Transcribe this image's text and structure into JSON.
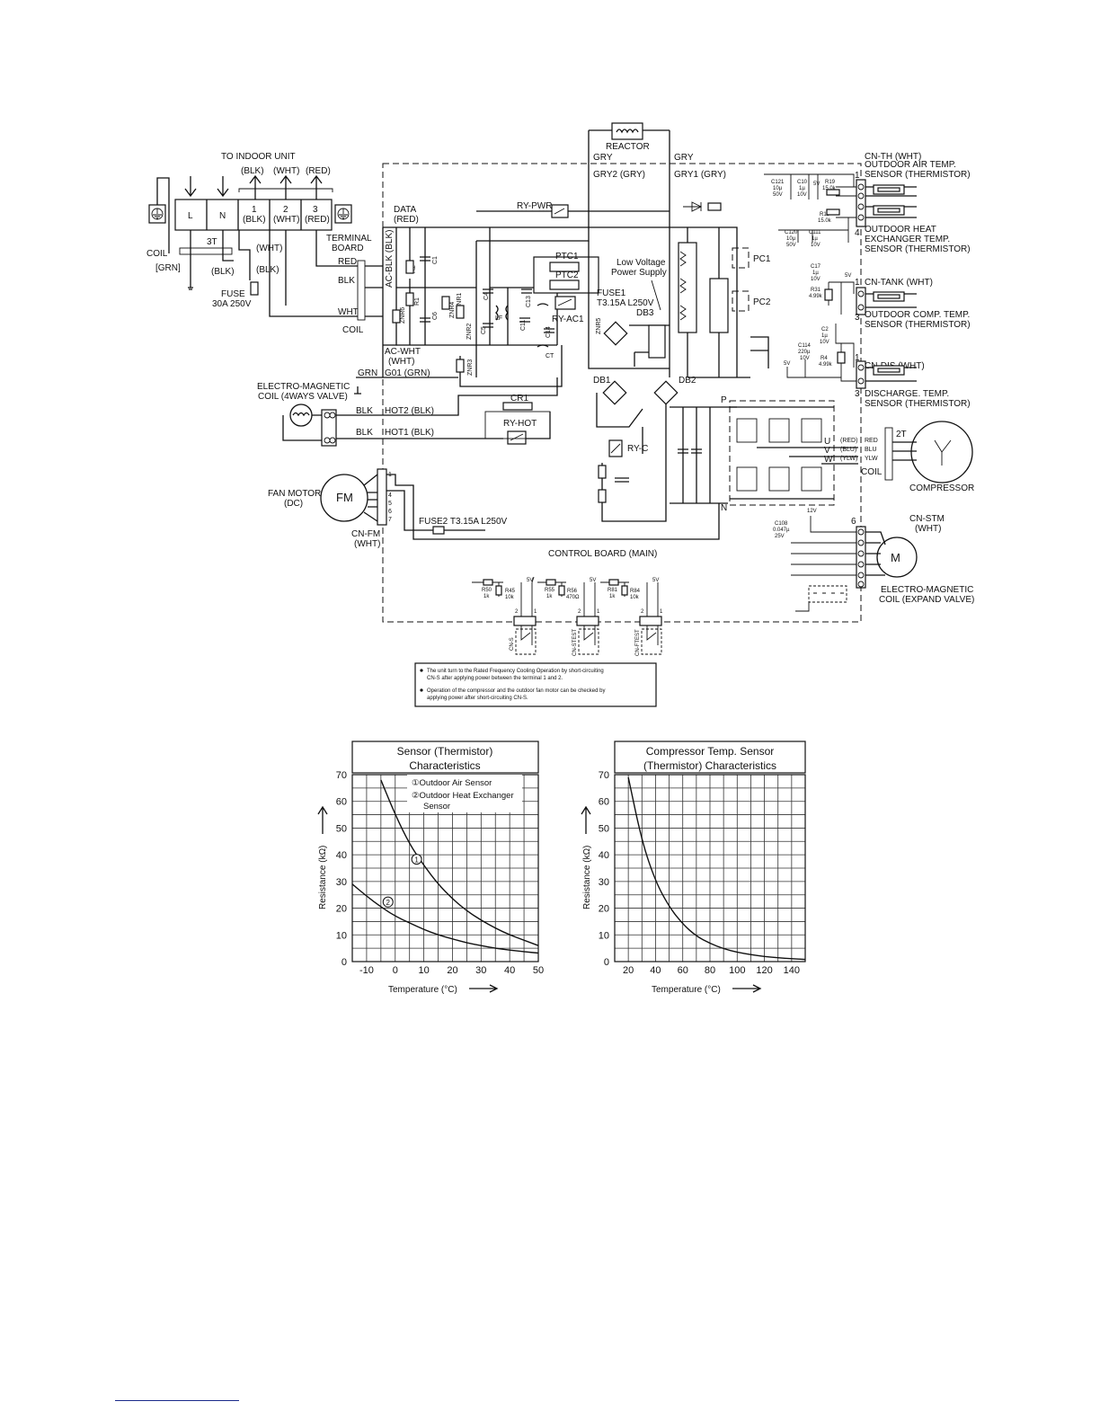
{
  "diagram": {
    "reactor": "REACTOR",
    "to_indoor": "TO INDOOR UNIT",
    "terminal_top": [
      "(BLK)",
      "(WHT)",
      "(RED)"
    ],
    "terminals": [
      "L",
      "N",
      "1\n(BLK)",
      "2\n(WHT)",
      "3\n(RED)"
    ],
    "coil_3t": "3T",
    "coil": "COIL",
    "grn": "[GRN]",
    "blk_paren": "(BLK)",
    "wht_paren": "(WHT)",
    "fuse": "FUSE",
    "fuse_rating": "30A 250V",
    "terminal_board": "TERMINAL\nBOARD",
    "red": "RED",
    "blk": "BLK",
    "wht": "WHT",
    "gry": "GRY",
    "gry2": "GRY2 (GRY)",
    "gry1": "GRY1 (GRY)",
    "data": "DATA\n(RED)",
    "ac_blk": "AC-BLK (BLK)",
    "ac_wht": "AC-WHT\n(WHT)",
    "g01": "G01 (GRN)",
    "grn_word": "GRN",
    "ry_pwr": "RY-PWR",
    "ptc1": "PTC1",
    "ptc2": "PTC2",
    "ry_ac1": "RY-AC1",
    "low_voltage": "Low Voltage\nPower Supply",
    "fuse1": "FUSE1",
    "fuse1_rating": "T3.15A L250V",
    "db3": "DB3",
    "pc1": "PC1",
    "pc2": "PC2",
    "parts": [
      "R2",
      "C1",
      "R1",
      "ZNR6",
      "C6",
      "ZNR4",
      "ZNR1",
      "ZNR2",
      "ZNR3",
      "C4",
      "C5",
      "LF",
      "C13",
      "C11",
      "C14",
      "CT",
      "ZNR5"
    ],
    "em_coil_4way": "ELECTRO-MAGNETIC\nCOIL (4WAYS VALVE)",
    "hot2": "HOT2 (BLK)",
    "hot1": "HOT1 (BLK)",
    "cr1": "CR1",
    "ry_hot": "RY-HOT",
    "db1": "DB1",
    "db2": "DB2",
    "ry_c": "RY-C",
    "p": "P",
    "n": "N",
    "uvw": [
      "U",
      "V",
      "W"
    ],
    "phase_colors": [
      "(RED)",
      "(BLU)",
      "(YLW)"
    ],
    "phase_wires": [
      "RED",
      "BLU",
      "YLW"
    ],
    "coil_2t": "2T",
    "coil_comp": "COIL",
    "compressor": "COMPRESSOR",
    "fan_motor": "FAN MOTOR\n(DC)",
    "fm": "FM",
    "cn_fm": "CN-FM\n(WHT)",
    "fm_pins": [
      "1",
      "4",
      "5",
      "6",
      "7"
    ],
    "fuse2": "FUSE2 T3.15A L250V",
    "control_board": "CONTROL BOARD (MAIN)",
    "cn_th": "CN-TH (WHT)",
    "outdoor_air": "OUTDOOR AIR TEMP.\nSENSOR (THERMISTOR)",
    "outdoor_hx": "OUTDOOR HEAT\nEXCHANGER TEMP.\nSENSOR (THERMISTOR)",
    "cn_tank": "CN-TANK (WHT)",
    "outdoor_comp": "OUTDOOR COMP. TEMP.\nSENSOR (THERMISTOR)",
    "cn_dis": "CN-DIS (WHT)",
    "discharge": "DISCHARGE. TEMP.\nSENSOR (THERMISTOR)",
    "cn_stm": "CN-STM\n(WHT)",
    "m": "M",
    "em_coil_expand": "ELECTRO-MAGNETIC\nCOIL (EXPAND VALVE)",
    "pin_1": "1",
    "pin_3": "3",
    "pin_4": "4",
    "pin_6": "6",
    "pin_2": "2",
    "five_v": "5V",
    "twelve_v": "12V",
    "c121": "C121\n10µ\n50V",
    "c10": "C10\n1µ\n10V",
    "r19": "R19\n15.0k",
    "r18": "R18\n15.0k",
    "c120": "C120\n10µ\n50V",
    "c111": "C111\n1µ\n10V",
    "c17": "C17\n1µ\n10V",
    "r31": "R31\n4.99k",
    "c2": "C2\n1µ\n10V",
    "c114": "C114\n220µ\n10V",
    "r4": "R4\n4.99k",
    "c108": "C108\n0.047µ\n25V",
    "r50": "R50\n1k",
    "r45": "R45\n10k",
    "r55": "R55\n1k",
    "r56": "R56\n470Ω",
    "r81": "R81\n1k",
    "r84": "R84\n10k",
    "cn_s": "CN-S",
    "cn_stest": "CN-STEST",
    "cn_ftest": "CN-FTEST",
    "notes": [
      "The unit turn to the Rated Frequency Cooling Operation by short-circuiting CN-S after applying power between the terminal 1 and 2.",
      "Operation of the compressor and the outdoor fan motor can be checked by applying power after short-circuiting CN-S."
    ]
  },
  "chart_data": [
    {
      "type": "line",
      "title": "Sensor (Thermistor)\nCharacteristics",
      "xlabel": "Temperature (°C)",
      "ylabel": "Resistance (kΩ)",
      "xlim": [
        -15,
        50
      ],
      "ylim": [
        0,
        70
      ],
      "xticks": [
        -10,
        0,
        10,
        20,
        30,
        40,
        50
      ],
      "yticks": [
        0,
        10,
        20,
        30,
        40,
        50,
        60,
        70
      ],
      "grid": true,
      "legend": [
        "①Outdoor Air Sensor",
        "②Outdoor Heat Exchanger\nSensor"
      ],
      "legend_position": "top-right",
      "series": [
        {
          "name": "①",
          "x": [
            -5,
            0,
            5,
            10,
            15,
            20,
            25,
            30,
            35,
            40,
            45,
            50
          ],
          "values": [
            68,
            55,
            44,
            36,
            29,
            23.5,
            19,
            15.5,
            12.5,
            10,
            8,
            6
          ]
        },
        {
          "name": "②",
          "x": [
            -15,
            -10,
            -5,
            0,
            5,
            10,
            15,
            20,
            25,
            30,
            35,
            40,
            45,
            50
          ],
          "values": [
            29,
            24.5,
            20.5,
            17,
            14.5,
            12,
            10,
            8.5,
            7,
            6,
            5,
            4.3,
            3.7,
            3.2
          ]
        }
      ]
    },
    {
      "type": "line",
      "title": "Compressor Temp. Sensor\n(Thermistor) Characteristics",
      "xlabel": "Temperature (°C)",
      "ylabel": "Resistance (kΩ)",
      "xlim": [
        10,
        150
      ],
      "ylim": [
        0,
        70
      ],
      "xticks": [
        20,
        40,
        60,
        80,
        100,
        120,
        140
      ],
      "yticks": [
        0,
        10,
        20,
        30,
        40,
        50,
        60,
        70
      ],
      "grid": true,
      "series": [
        {
          "x": [
            20,
            30,
            40,
            50,
            60,
            70,
            80,
            90,
            100,
            110,
            120,
            130,
            140,
            150
          ],
          "values": [
            69,
            45,
            30,
            20.5,
            14,
            9.5,
            6.8,
            4.8,
            3.5,
            2.6,
            1.9,
            1.4,
            1.1,
            0.8
          ]
        }
      ]
    }
  ]
}
